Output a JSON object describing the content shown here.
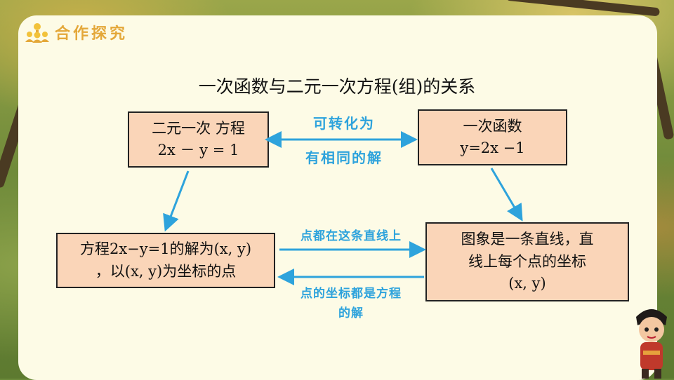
{
  "header": {
    "title": "合作探究",
    "icon": "team-lightbulb-icon"
  },
  "diagram": {
    "title": "一次函数与二元一次方程(组)的关系",
    "box_equation": {
      "line1": "二元一次 方程",
      "line2": "2x － y = 1"
    },
    "box_function": {
      "line1": "一次函数",
      "line2": "y=2x −1"
    },
    "box_solution_points": {
      "line1": "方程2x−y=1的解为(x, y)",
      "line2": "，以(x, y)为坐标的点"
    },
    "box_graph_line": {
      "line1": "图象是一条直线，直",
      "line2": "线上每个点的坐标",
      "line3": "(x, y)"
    },
    "label_convertible": "可转化为",
    "label_same_solution": "有相同的解",
    "label_points_on_line": "点都在这条直线上",
    "label_coords_are_solutions_1": "点的坐标都是方程",
    "label_coords_are_solutions_2": "的解"
  },
  "colors": {
    "arrow": "#2ea3dc",
    "box_fill": "#fad5b8",
    "header": "#e4a83a",
    "card": "#fdfbe6"
  }
}
